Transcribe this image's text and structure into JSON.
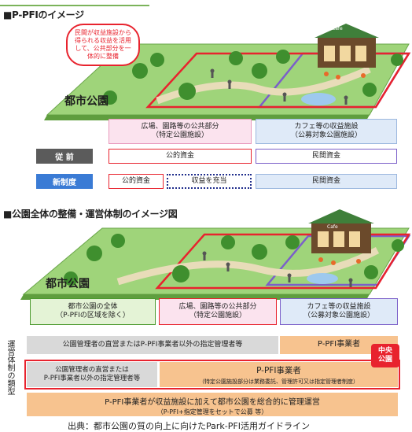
{
  "section1": {
    "title": "■P-PFIのイメージ",
    "callout": "民間が収益施設から得られる収益を活用して、公共部分を一体的に整備",
    "park_label": "都市公園",
    "cafe_sign": "Cafe",
    "box_public": "広場、園路等の公共部分\n（特定公園施設）",
    "box_cafe": "カフェ等の収益施設\n（公募対象公園施設）",
    "label_before": "従 前",
    "label_new": "新制度",
    "before_public": "公的資金",
    "before_private": "民間資金",
    "new_public": "公的資金",
    "new_revenue": "収益を充当",
    "new_private": "民間資金"
  },
  "section2": {
    "title": "■公園全体の整備・運営体制のイメージ図",
    "park_label": "都市公園",
    "cafe_sign": "Cafe",
    "box_whole": "都市公園の全体\n（P-PFIの区域を除く）",
    "box_public": "広場、園路等の公共部分\n（特定公園施設）",
    "box_cafe": "カフェ等の収益施設\n（公募対象公園施設）",
    "side_label": "運営体制の類型",
    "row1_left": "公園管理者の直営またはP-PFI事業者以外の指定管理者等",
    "row1_right": "P-PFI事業者",
    "row2_left": "公園管理者の直営または\nP-PFI事業者以外の指定管理者等",
    "row2_right_title": "P-PFI事業者",
    "row2_right_sub": "（特定公園施設部分は業務委託、管理許可又は指定管理者制度）",
    "badge": "中央\n公園",
    "row3_main": "P-PFI事業者が収益施設に加えて都市公園を総合的に管理運営",
    "row3_sub": "（P-PFI+指定管理をセットで公募 等）"
  },
  "source": "出典：都市公園の質の向上に向けたPark-PFI活用ガイドライン",
  "colors": {
    "green": "#7dc557",
    "green_dark": "#4c9a2f",
    "red": "#e8232e",
    "pink": "#fbe3ee",
    "blue_light": "#dfeaf8",
    "navy": "#1f2d8c",
    "purple": "#7b5fc9",
    "orange": "#f7c38f",
    "gray": "#d9d9d9",
    "tag_gray": "#5b5b5b",
    "tag_blue": "#3a7bd5"
  }
}
